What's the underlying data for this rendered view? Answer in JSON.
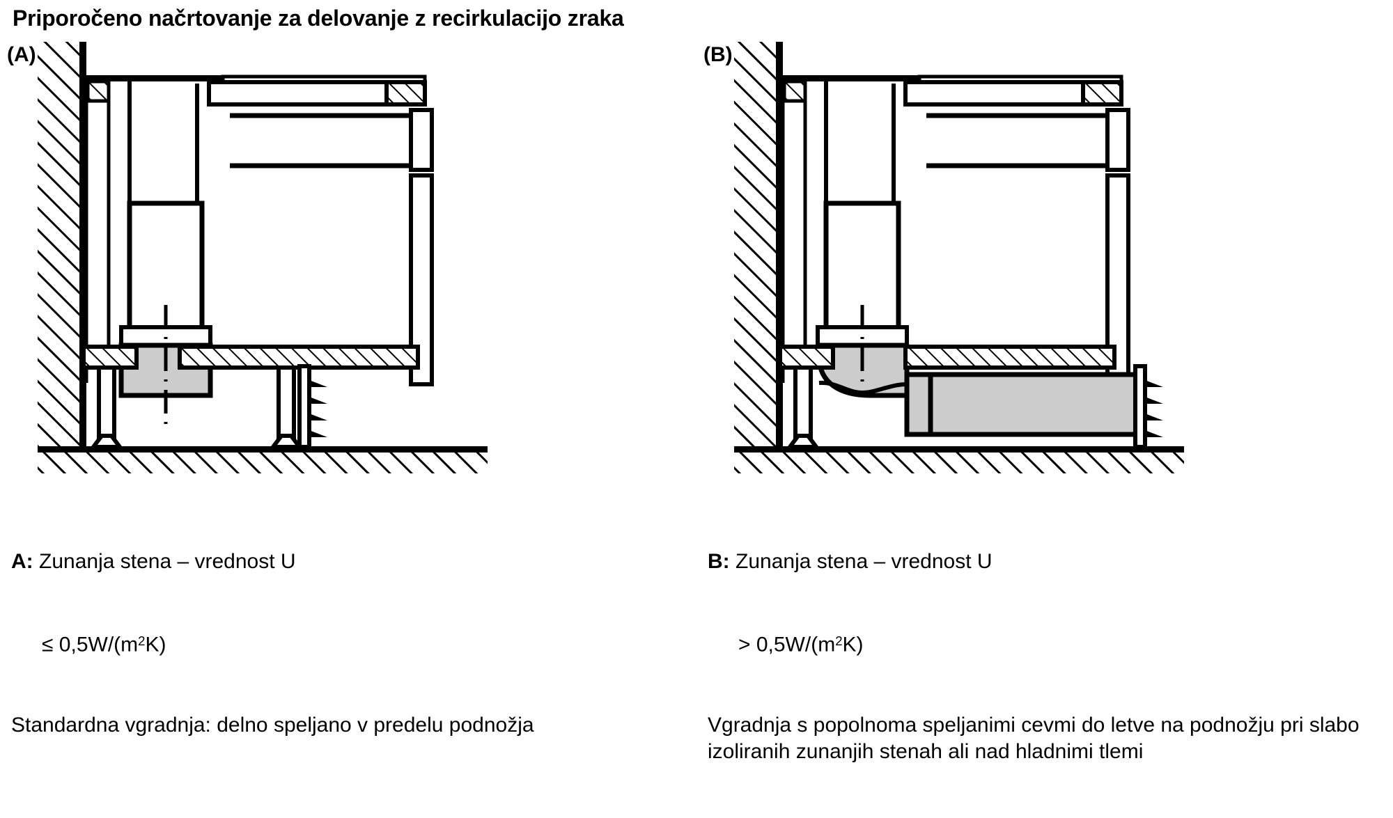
{
  "title": "Priporočeno načrtovanje za delovanje z recirkulacijo zraka",
  "panels": [
    {
      "label": "(A)",
      "name": "diagram-a",
      "caption": {
        "letter": "A:",
        "heading": "Zunanja stena – vrednost U",
        "condition_prefix": "≤ 0,5W/(m",
        "condition_sup": "2",
        "condition_suffix": "K)",
        "body": "Standardna vgradnja: delno speljano v predelu podnožja"
      }
    },
    {
      "label": "(B)",
      "name": "diagram-b",
      "caption": {
        "letter": "B:",
        "heading": "Zunanja stena – vrednost U",
        "condition_prefix": "> 0,5W/(m",
        "condition_sup": "2",
        "condition_suffix": "K)",
        "body": "Vgradnja s popolnoma speljanimi cevmi do letve na podnožju pri slabo izoliranih zunanjih stenah ali nad hladnimi tlemi"
      }
    }
  ],
  "colors": {
    "line": "#000000",
    "duct_fill": "#cccccc",
    "background": "#ffffff"
  },
  "elements": {
    "wall": "exterior-wall-hatched",
    "floor": "floor-hatched",
    "worktop": "worktop",
    "hob": "hob",
    "cabinet": "cabinet-carcass",
    "plinth_shelf": "plinth-shelf",
    "duct_vertical": "vertical-duct",
    "duct_elbow": "elbow-duct",
    "duct_horizontal": "horizontal-duct",
    "grille": "plinth-grille-louver",
    "leg": "cabinet-leg",
    "centerline": "duct-centerline"
  }
}
